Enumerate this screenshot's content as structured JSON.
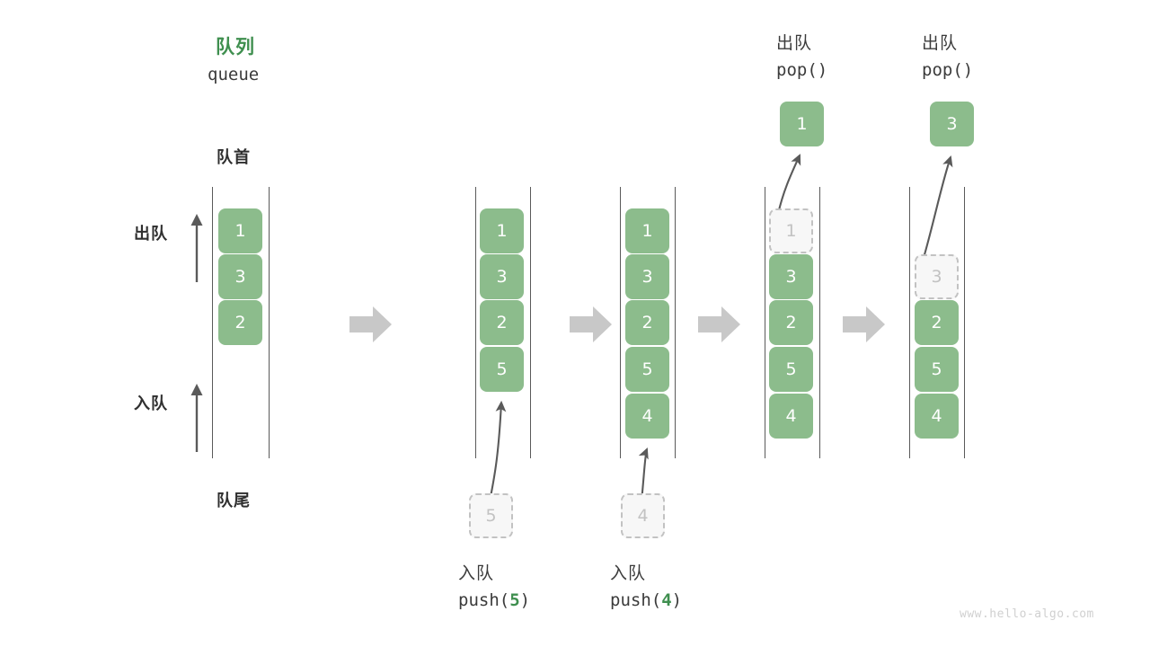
{
  "header": {
    "title_cn": "队列",
    "title_en": "queue",
    "front_label": "队首",
    "rear_label": "队尾",
    "dequeue_label": "出队",
    "enqueue_label": "入队"
  },
  "watermark": "www.hello-algo.com",
  "colors": {
    "accent_green": "#3f8f4f",
    "cell_green": "#8cbc8c",
    "ghost_fill": "#f7f7f7",
    "ghost_border": "#c2c2c2",
    "rail": "#5a5a5a",
    "flow_arrow": "#c8c8c8",
    "text": "#3b3b3b"
  },
  "stages": [
    {
      "id": "initial",
      "caption_cn": "",
      "caption_code": "",
      "cells": [
        {
          "value": "1",
          "state": "filled"
        },
        {
          "value": "3",
          "state": "filled"
        },
        {
          "value": "2",
          "state": "filled"
        }
      ]
    },
    {
      "id": "push-5",
      "caption_cn": "入队",
      "caption_code": "push(",
      "caption_arg": "5",
      "caption_code_end": ")",
      "incoming_value": "5",
      "cells": [
        {
          "value": "1",
          "state": "filled"
        },
        {
          "value": "3",
          "state": "filled"
        },
        {
          "value": "2",
          "state": "filled"
        },
        {
          "value": "5",
          "state": "filled"
        }
      ]
    },
    {
      "id": "push-4",
      "caption_cn": "入队",
      "caption_code": "push(",
      "caption_arg": "4",
      "caption_code_end": ")",
      "incoming_value": "4",
      "cells": [
        {
          "value": "1",
          "state": "filled"
        },
        {
          "value": "3",
          "state": "filled"
        },
        {
          "value": "2",
          "state": "filled"
        },
        {
          "value": "5",
          "state": "filled"
        },
        {
          "value": "4",
          "state": "filled"
        }
      ]
    },
    {
      "id": "pop-1",
      "caption_cn": "出队",
      "caption_code": "pop()",
      "popped_value": "1",
      "cells": [
        {
          "value": "1",
          "state": "ghost"
        },
        {
          "value": "3",
          "state": "filled"
        },
        {
          "value": "2",
          "state": "filled"
        },
        {
          "value": "5",
          "state": "filled"
        },
        {
          "value": "4",
          "state": "filled"
        }
      ]
    },
    {
      "id": "pop-3",
      "caption_cn": "出队",
      "caption_code": "pop()",
      "popped_value": "3",
      "cells": [
        {
          "value": "",
          "state": "empty"
        },
        {
          "value": "3",
          "state": "ghost"
        },
        {
          "value": "2",
          "state": "filled"
        },
        {
          "value": "5",
          "state": "filled"
        },
        {
          "value": "4",
          "state": "filled"
        }
      ]
    }
  ]
}
